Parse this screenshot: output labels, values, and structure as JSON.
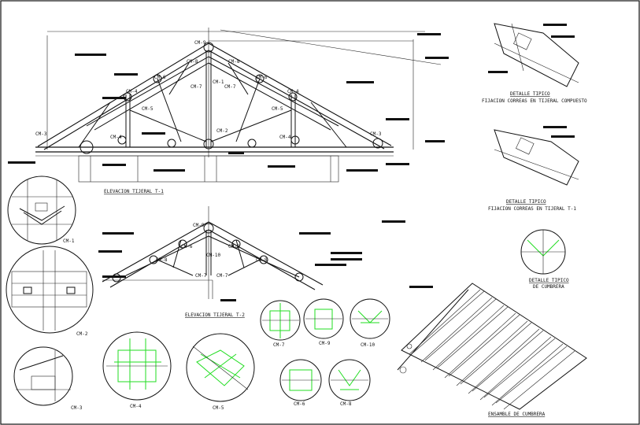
{
  "labels": {
    "cm1": "CM-1",
    "cm2": "CM-2",
    "cm3": "CM-3",
    "cm4": "CM-4",
    "cm5": "CM-5",
    "cm6": "CM-6",
    "cm7": "CM-7",
    "cm8": "CM-8",
    "cm9": "CM-9",
    "cm10": "CM-10"
  },
  "titles": {
    "elevation_t1": "ELEVACION TIJERAL T-1",
    "elevation_t2": "ELEVACION TIJERAL T-2",
    "detail_top_title": "DETALLE TIPICO",
    "detail_top_sub": "FIJACION CORREAS EN TIJERAL COMPUESTO",
    "detail_mid_title": "DETALLE TIPICO",
    "detail_mid_sub": "FIJACION CORREAS EN TIJERAL T-1",
    "detail_small_title": "DETALLE TIPICO",
    "detail_small_sub": "DE CUMBRERA",
    "roof_title": "ENSAMBLE DE CUMBRERA"
  },
  "colors": {
    "lines": "#111111",
    "detail_green": "#22dd22",
    "background": "#ffffff"
  }
}
